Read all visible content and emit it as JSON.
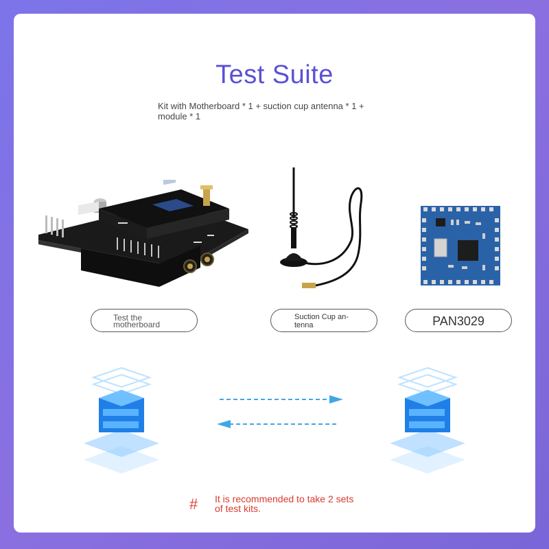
{
  "title": "Test Suite",
  "subtitle": "Kit with Motherboard * 1 + suction cup antenna * 1 + module * 1",
  "products": [
    {
      "name": "motherboard",
      "label": "Test the motherboard"
    },
    {
      "name": "antenna",
      "label": "Suction Cup an-tenna"
    },
    {
      "name": "module",
      "label": "PAN3029"
    }
  ],
  "note": {
    "mark": "#",
    "text": "It is recommended to take 2 sets of test kits."
  },
  "colors": {
    "accent": "#5b50d6",
    "background": "#7b74e8",
    "note": "#d83a2e",
    "arrow": "#3fa7e6",
    "pcb_blue": "#2a62a8"
  },
  "icons": [
    "server-stack-icon",
    "dashed-arrow-right-icon",
    "dashed-arrow-left-icon",
    "server-stack-icon"
  ]
}
